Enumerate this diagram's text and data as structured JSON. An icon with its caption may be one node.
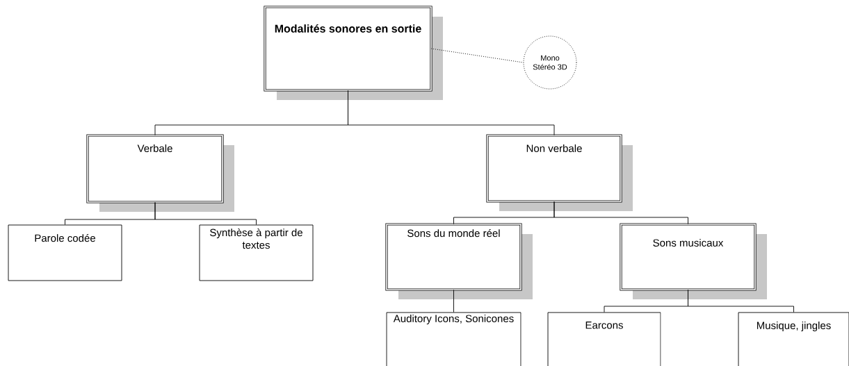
{
  "diagram": {
    "nodes": [
      {
        "text": [
          "Modalités sonores en sortie"
        ]
      },
      {
        "text": [
          "Mono Stéréo 3D"
        ]
      },
      {
        "text": [
          "Verbale"
        ]
      },
      {
        "text": [
          "Non verbale"
        ]
      },
      {
        "text": [
          "Parole codée"
        ]
      },
      {
        "text": [
          "Synthèse à partir de textes"
        ]
      },
      {
        "text": [
          "Sons du monde réel"
        ]
      },
      {
        "text": [
          "Sons musicaux"
        ]
      },
      {
        "text": [
          "Auditory Icons, Sonicones"
        ]
      },
      {
        "text": [
          "Earcons"
        ]
      },
      {
        "text": [
          "Musique, jingles"
        ]
      }
    ],
    "edges": [
      {
        "from": 0,
        "to": 1,
        "arrow": "none",
        "style": "dashed"
      },
      {
        "from": 0,
        "to": 2,
        "arrow": "none"
      },
      {
        "from": 0,
        "to": 3,
        "arrow": "none"
      },
      {
        "from": 2,
        "to": 4,
        "arrow": "none"
      },
      {
        "from": 2,
        "to": 5,
        "arrow": "none"
      },
      {
        "from": 3,
        "to": 6,
        "arrow": "none"
      },
      {
        "from": 3,
        "to": 7,
        "arrow": "none"
      },
      {
        "from": 6,
        "to": 8,
        "arrow": "none"
      },
      {
        "from": 7,
        "to": 9,
        "arrow": "none"
      },
      {
        "from": 7,
        "to": 10,
        "arrow": "none"
      }
    ]
  }
}
